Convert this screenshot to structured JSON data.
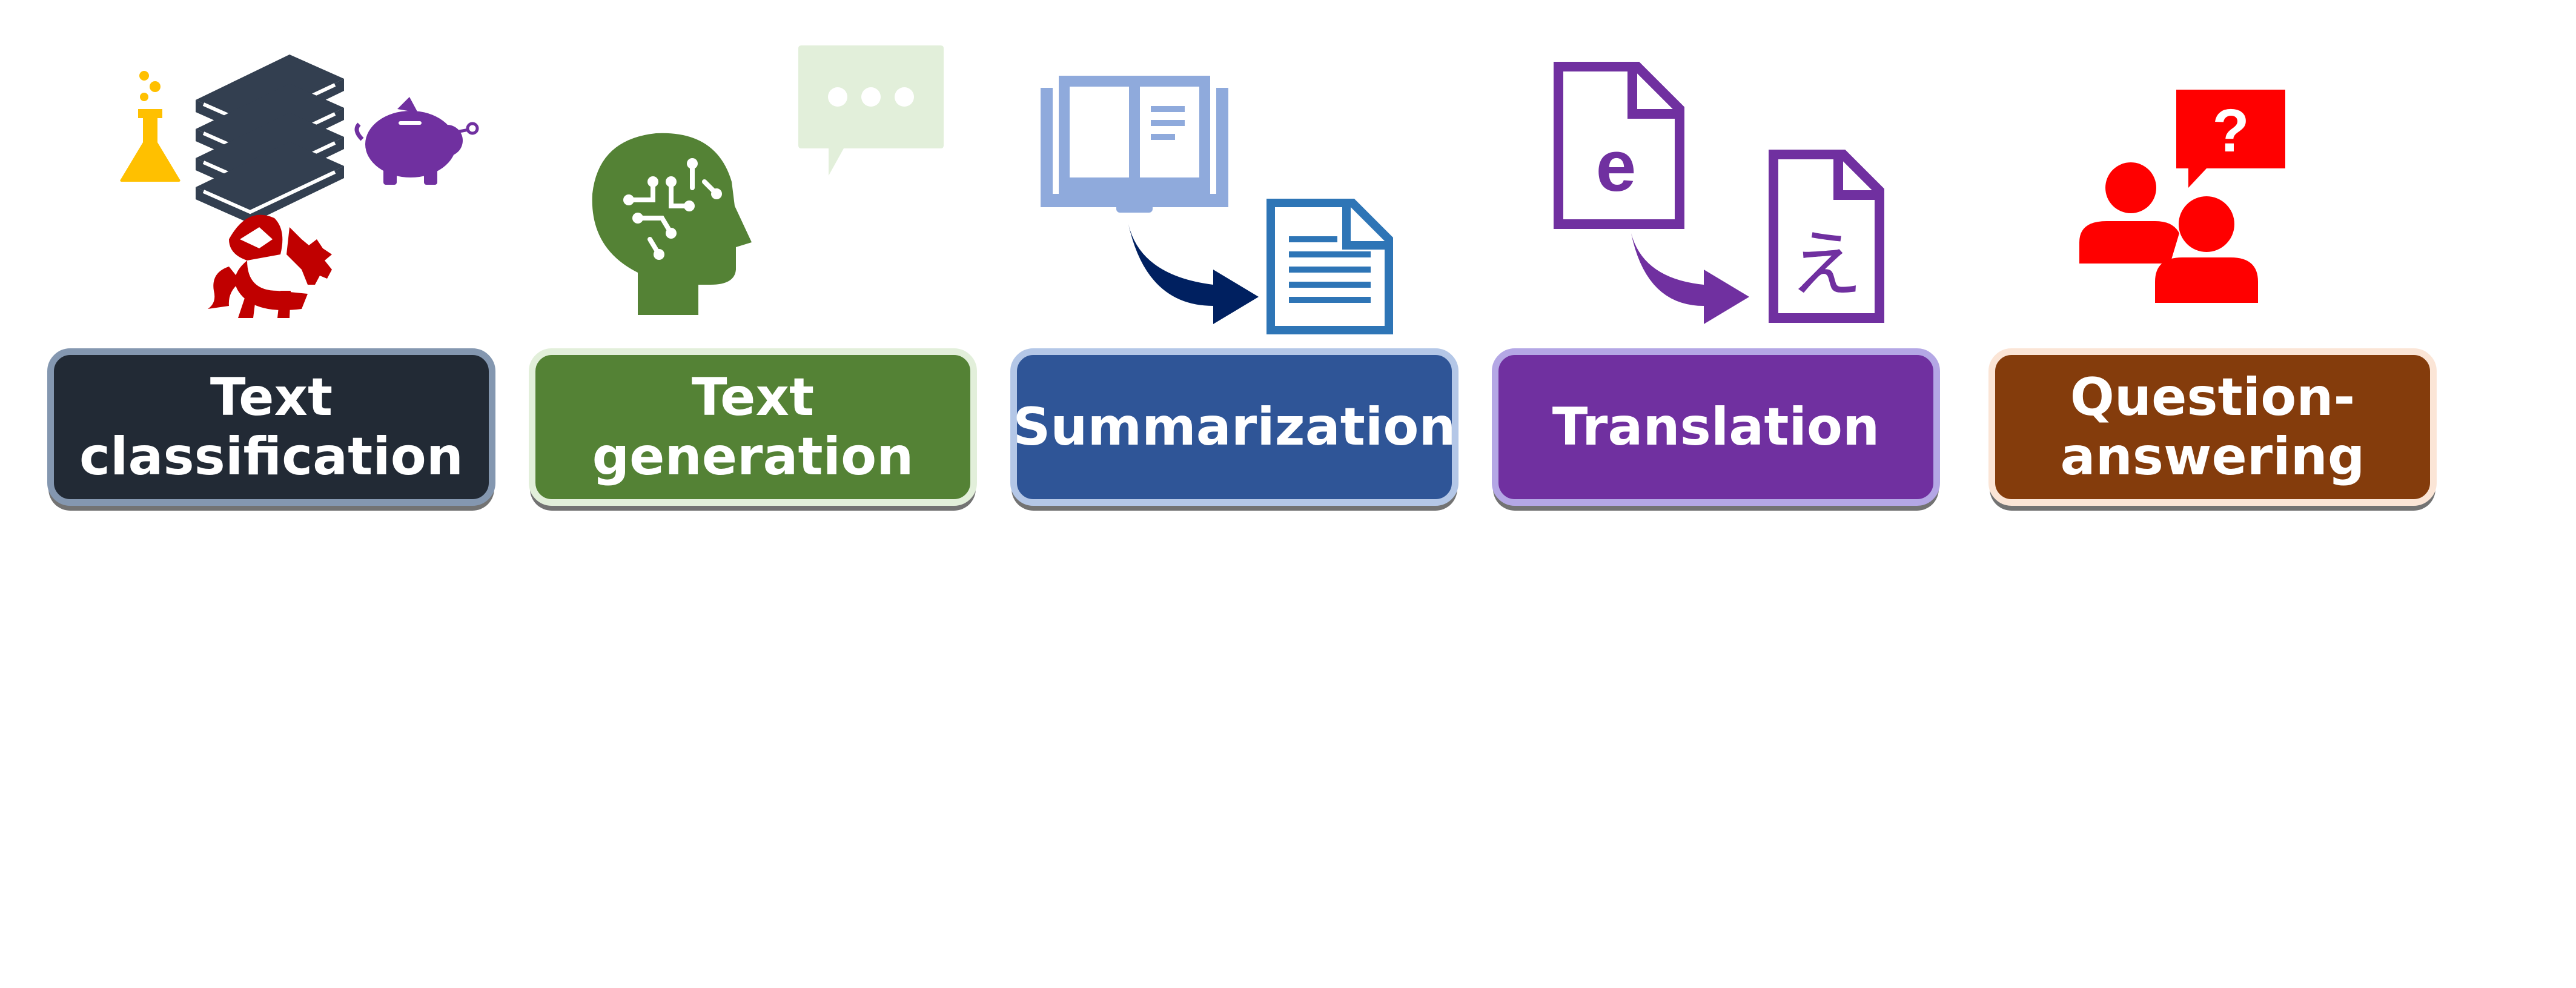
{
  "tasks": [
    {
      "id": "text-classification",
      "label": "Text\nclassification",
      "box_color": "#222a35",
      "border_color": "#8497b0"
    },
    {
      "id": "text-generation",
      "label": "Text\ngeneration",
      "box_color": "#548235",
      "border_color": "#e2efda"
    },
    {
      "id": "summarization",
      "label": "Summarization",
      "box_color": "#2f5597",
      "border_color": "#b4c7e7"
    },
    {
      "id": "translation",
      "label": "Translation",
      "box_color": "#7030a0",
      "border_color": "#b4a7e5"
    },
    {
      "id": "question-answering",
      "label": "Question-\nanswering",
      "box_color": "#843c0c",
      "border_color": "#fbe5d6"
    }
  ],
  "icons": {
    "text-classification": [
      "flask-icon",
      "books-icon",
      "piggy-bank-icon",
      "dragon-icon"
    ],
    "text-generation": [
      "brain-head-icon",
      "speech-bubble-icon"
    ],
    "summarization": [
      "open-book-icon",
      "curved-arrow-icon",
      "document-icon"
    ],
    "translation": [
      "document-e-icon",
      "curved-arrow-icon",
      "document-e-kana-icon"
    ],
    "question-answering": [
      "people-icon",
      "question-bubble-icon"
    ]
  },
  "glyphs": {
    "latin_letter": "e",
    "kana_letter": "え",
    "question_mark": "?"
  },
  "colors": {
    "flask": "#ffc000",
    "books": "#333f50",
    "piggy": "#7030a0",
    "dragon": "#c00000",
    "brain": "#548235",
    "bubble_light": "#e2efda",
    "book_light": "#8faadc",
    "arrow_navy": "#002060",
    "doc_blue": "#2e75b6",
    "translation_purple": "#7030a0",
    "qa_red": "#ff0000"
  }
}
